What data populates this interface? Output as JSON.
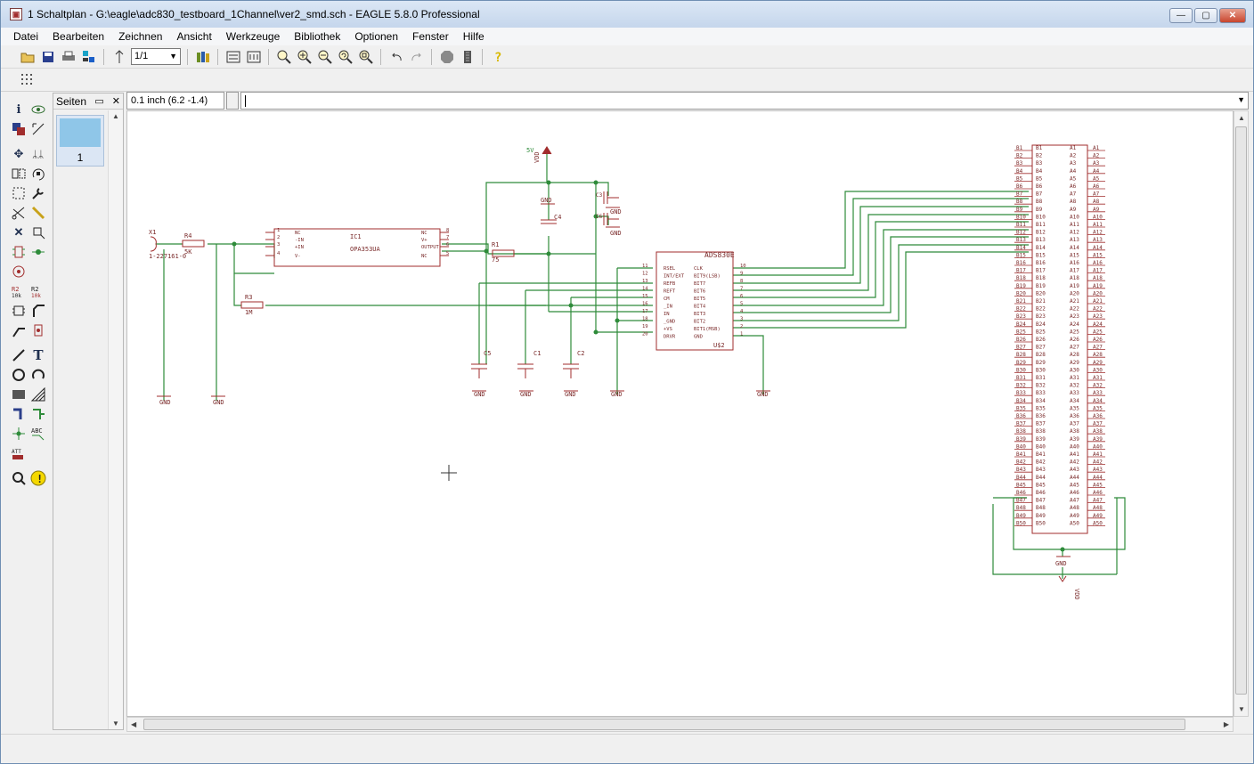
{
  "window": {
    "title": "1 Schaltplan - G:\\eagle\\adc830_testboard_1Channel\\ver2_smd.sch - EAGLE 5.8.0 Professional",
    "controls": {
      "minimize": "—",
      "maximize": "▢",
      "close": "✕"
    }
  },
  "menu": {
    "items": [
      "Datei",
      "Bearbeiten",
      "Zeichnen",
      "Ansicht",
      "Werkzeuge",
      "Bibliothek",
      "Optionen",
      "Fenster",
      "Hilfe"
    ]
  },
  "toolbar": {
    "zoom_select_value": "1/1",
    "icons": [
      "open-icon",
      "save-icon",
      "print-icon",
      "cam-icon",
      "script-icon",
      "library-icon",
      "erc-icon",
      "drc-icon",
      "zoom-fit-icon",
      "zoom-in-icon",
      "zoom-out-icon",
      "zoom-redraw-icon",
      "zoom-select-icon",
      "undo-icon",
      "redo-icon",
      "stop-icon",
      "go-icon",
      "help-icon"
    ]
  },
  "pages_panel": {
    "title": "Seiten",
    "pages": [
      {
        "number": "1"
      }
    ]
  },
  "command_bar": {
    "coordinates": "0.1 inch (6.2 -1.4)",
    "command_value": ""
  },
  "schematic": {
    "colors": {
      "part": "#a12d2d",
      "wire": "#2e8b3a",
      "text": "#7a2a2a"
    },
    "labels": {
      "x1": "X1",
      "x1_value": "1-227161-0",
      "r4": "R4",
      "r4_value": "5K",
      "r3": "R3",
      "r3_value": "1M",
      "r1": "R1",
      "r1_value": "75",
      "ic1": "IC1",
      "ic1_value": "OPA353UA",
      "u2": "U$2",
      "u2_value": "ADS830E",
      "c1": "C1",
      "c2": "C2",
      "c3": "C3",
      "c4": "C4",
      "c5": "C5",
      "c6": "C6",
      "gnd": "GND",
      "vdd": "VDD",
      "v5": "5V"
    },
    "ic1_pins_left": [
      "NC",
      "-IN",
      "+IN",
      "V-"
    ],
    "ic1_pins_right": [
      "NC",
      "V+",
      "OUTPUT",
      "NC"
    ],
    "ic1_pin_nums_left": [
      "1",
      "2",
      "3",
      "4"
    ],
    "ic1_pin_nums_right": [
      "8",
      "7",
      "6",
      "5"
    ],
    "u2_pins_left": [
      "RSEL",
      "INT/EXT",
      "REFB",
      "REFT",
      "CM",
      "_IN",
      "IN",
      "_GND",
      "+VS",
      "DRVR"
    ],
    "u2_pin_nums_left": [
      "11",
      "12",
      "13",
      "14",
      "15",
      "16",
      "17",
      "18",
      "19",
      "20"
    ],
    "u2_pins_right": [
      "CLK",
      "BIT9(LSB)",
      "BIT7",
      "BIT6",
      "BIT5",
      "BIT4",
      "BIT3",
      "BIT2",
      "BIT1(MSB)",
      "GND"
    ],
    "u2_pin_nums_right": [
      "10",
      "9",
      "8",
      "7",
      "6",
      "5",
      "4",
      "3",
      "2",
      "1"
    ],
    "connector_rows": 50
  }
}
